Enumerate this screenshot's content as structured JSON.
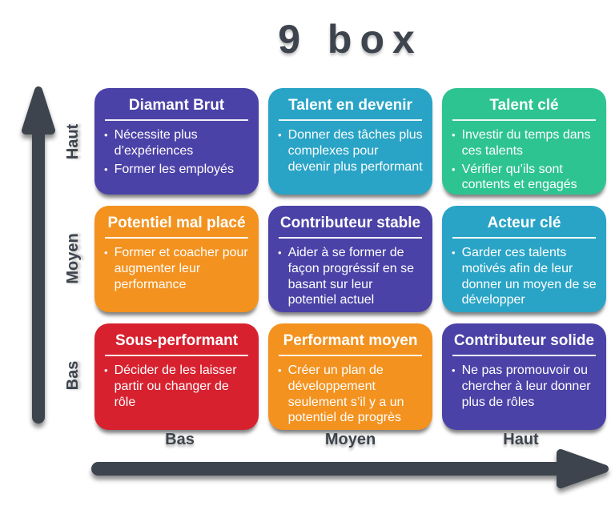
{
  "title": "9 box",
  "colors": {
    "purple": "#4b42a7",
    "teal": "#2aa4c6",
    "green": "#2ec492",
    "orange": "#f3921f",
    "red": "#d7212f",
    "axis": "#3d444d"
  },
  "y_axis": {
    "top": "Haut",
    "middle": "Moyen",
    "bottom": "Bas"
  },
  "x_axis": {
    "left": "Bas",
    "middle": "Moyen",
    "right": "Haut"
  },
  "grid": {
    "cells": [
      {
        "title": "Diamant Brut",
        "color": "purple",
        "bullets": [
          "Nécessite plus d’expériences",
          "Former les employés"
        ]
      },
      {
        "title": "Talent en devenir",
        "color": "teal",
        "bullets": [
          "Donner des tâches plus complexes pour devenir plus performant"
        ]
      },
      {
        "title": "Talent clé",
        "color": "green",
        "bullets": [
          "Investir du temps dans ces talents",
          "Vérifier qu’ils sont contents et engagés"
        ]
      },
      {
        "title": "Potentiel mal placé",
        "color": "orange",
        "bullets": [
          "Former et coacher pour augmenter leur performance"
        ]
      },
      {
        "title": "Contributeur stable",
        "color": "purple",
        "bullets": [
          "Aider à se former de façon progréssif en se basant sur leur potentiel actuel"
        ]
      },
      {
        "title": "Acteur clé",
        "color": "teal",
        "bullets": [
          "Garder ces talents motivés afin de leur donner un moyen de se développer"
        ]
      },
      {
        "title": "Sous-performant",
        "color": "red",
        "bullets": [
          "Décider de les laisser partir ou changer de rôle"
        ]
      },
      {
        "title": "Performant moyen",
        "color": "orange",
        "bullets": [
          "Créer un plan de développement seulement s’il y a un potentiel de progrès"
        ]
      },
      {
        "title": "Contributeur solide",
        "color": "purple",
        "bullets": [
          "Ne pas promouvoir ou chercher à leur donner plus de rôles"
        ]
      }
    ]
  },
  "bullet_glyph": "•"
}
